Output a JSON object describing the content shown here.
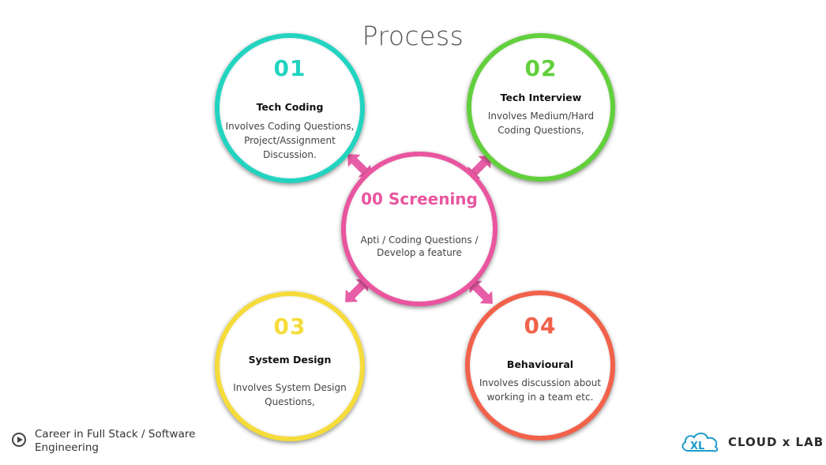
{
  "title": "Process",
  "center": {
    "number": "00",
    "label": "Screening",
    "description": "Apti / Coding Questions /\nDevelop a feature",
    "color": "#e9559f"
  },
  "steps": [
    {
      "number": "01",
      "heading": "Tech Coding",
      "description": "Involves Coding Questions,\nProject/Assignment\nDiscussion.",
      "color": "#22d4c0"
    },
    {
      "number": "02",
      "heading": "Tech Interview",
      "description": "Involves Medium/Hard\nCoding Questions,",
      "color": "#62d03c"
    },
    {
      "number": "03",
      "heading": "System Design",
      "description": "Involves System Design\nQuestions,",
      "color": "#f5dc3a"
    },
    {
      "number": "04",
      "heading": "Behavioural",
      "description": "Involves discussion about\nworking in a team etc.",
      "color": "#f2614a"
    }
  ],
  "footer": {
    "course": "Career in Full Stack / Software\nEngineering",
    "brand": "CLOUD x LAB",
    "play_icon": "play-circle-icon",
    "logo_icon": "cloud-xl-icon"
  },
  "arrow_color": "#e75da6"
}
